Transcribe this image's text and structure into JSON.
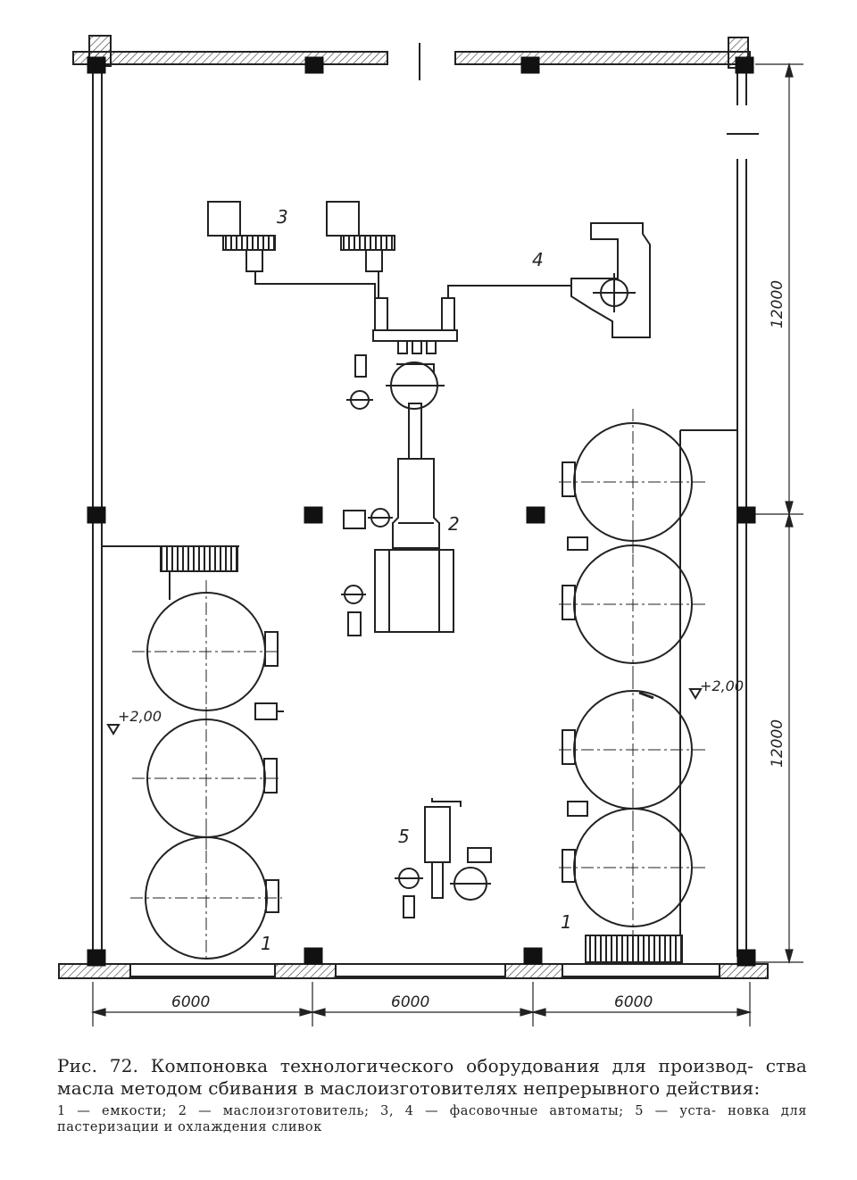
{
  "figure": {
    "labels": {
      "tanks_left": "1",
      "tanks_right": "1",
      "churn": "2",
      "filler_3": "3",
      "filler_4": "4",
      "pasteurizer": "5"
    },
    "levels": {
      "left": "+2,00",
      "right": "+2,00"
    },
    "dimensions": {
      "bottom": [
        "6000",
        "6000",
        "6000"
      ],
      "right_upper": "12000",
      "right_lower": "12000"
    }
  },
  "caption": {
    "main": "Рис. 72. Компоновка технологического оборудования для производ- ства масла методом сбивания в маслоизготовителях непрерывного действия:",
    "legend": "1 — емкости; 2 — маслоизготовитель; 3, 4 — фасовочные автоматы; 5 — уста- новка для пастеризации и охлаждения сливок"
  }
}
